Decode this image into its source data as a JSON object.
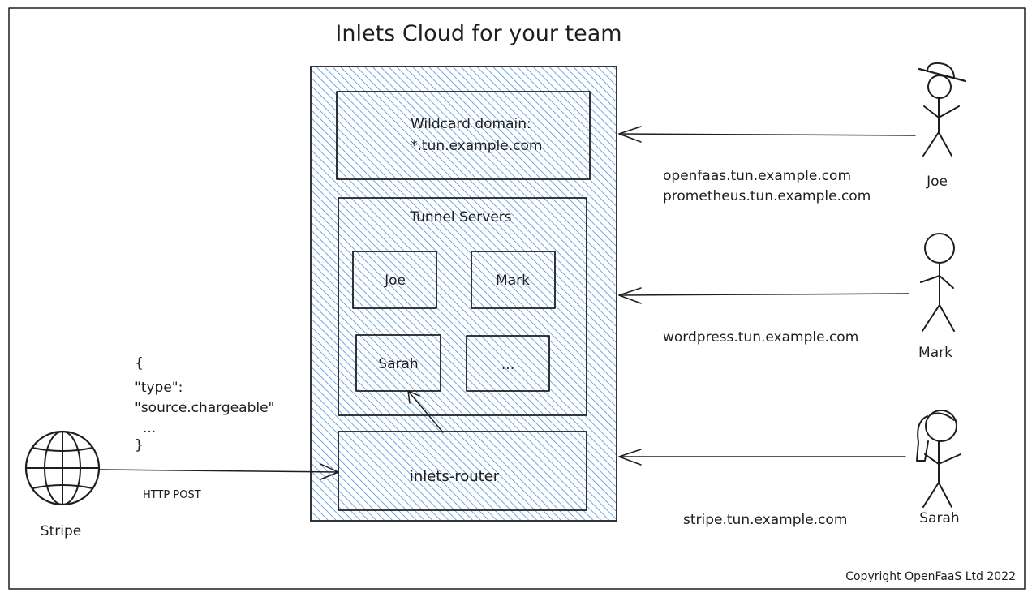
{
  "title": "Inlets Cloud for your team",
  "wildcard": {
    "line1": "Wildcard domain:",
    "line2": "*.tun.example.com"
  },
  "tunnel_servers": {
    "title": "Tunnel Servers",
    "boxes": [
      "Joe",
      "Mark",
      "Sarah",
      "..."
    ]
  },
  "router_label": "inlets-router",
  "payload": [
    "{",
    "\"type\":",
    "\"source.chargeable\"",
    "...",
    "}"
  ],
  "http_label": "HTTP POST",
  "stripe_label": "Stripe",
  "users": [
    {
      "name": "Joe",
      "domains": [
        "openfaas.tun.example.com",
        "prometheus.tun.example.com"
      ]
    },
    {
      "name": "Mark",
      "domains": [
        "wordpress.tun.example.com"
      ]
    },
    {
      "name": "Sarah",
      "domains": [
        "stripe.tun.example.com"
      ]
    }
  ],
  "copyright": "Copyright OpenFaaS Ltd 2022",
  "colors": {
    "hatch": "#4a90d9",
    "ink": "#1e1e1e"
  }
}
